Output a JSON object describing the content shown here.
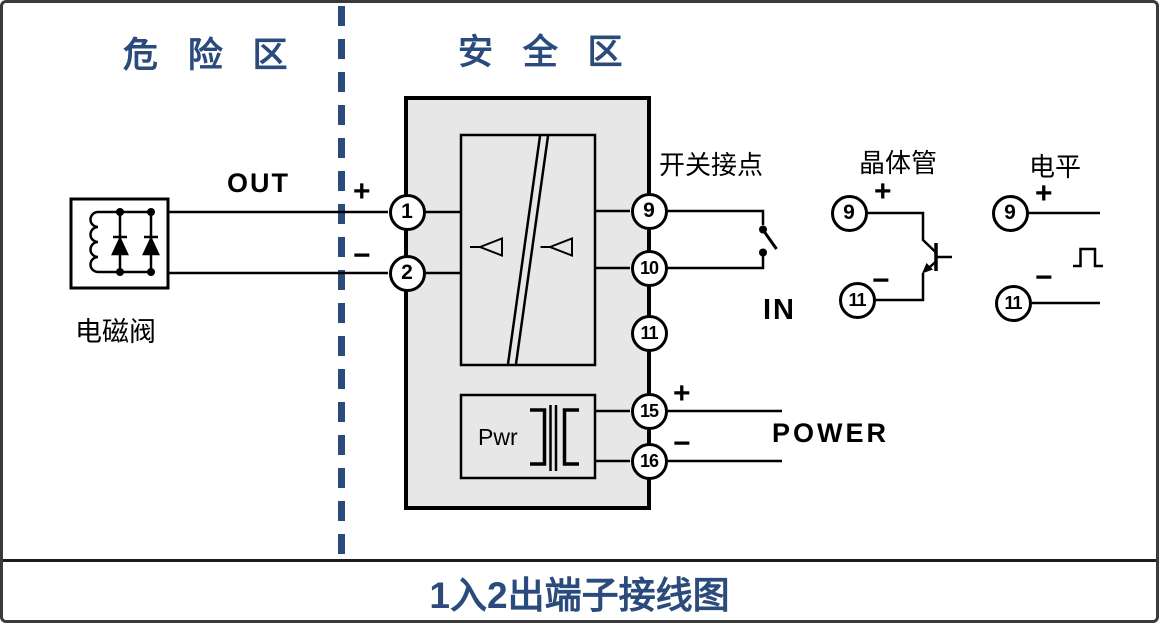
{
  "colors": {
    "accent_blue": "#2a4b7c",
    "device_fill": "#e7e7e7",
    "line_black": "#000000"
  },
  "header": {
    "hazard_zone": "危 险 区",
    "safe_zone": "安 全 区"
  },
  "footer": {
    "title": "1入2出端子接线图"
  },
  "solenoid": {
    "label": "电磁阀",
    "out": "OUT"
  },
  "signs": {
    "plus": "+",
    "minus": "−"
  },
  "device": {
    "pwr": "Pwr"
  },
  "sections": {
    "switch_contact": "开关接点",
    "input": "IN",
    "transistor": "晶体管",
    "level": "电平",
    "power": "POWER"
  },
  "terminals": {
    "out_plus": "1",
    "out_minus": "2",
    "contact_no": "9",
    "contact_com": "10",
    "contact_spare": "11",
    "power_plus": "15",
    "power_minus": "16",
    "transistor_plus": "9",
    "transistor_minus": "11",
    "level_plus": "9",
    "level_minus": "11"
  }
}
